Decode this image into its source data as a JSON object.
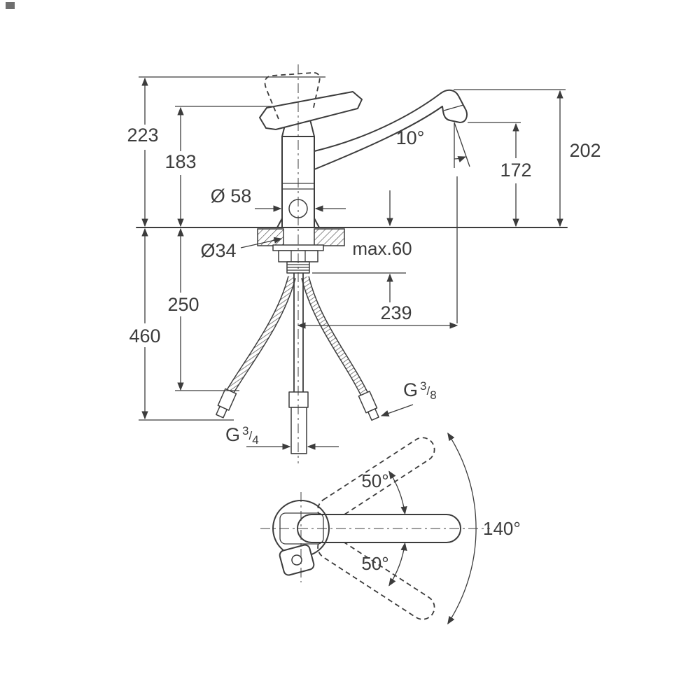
{
  "drawing": {
    "labels": {
      "height_total": "223",
      "height_body": "183",
      "height_spout_right": "202",
      "height_outlet": "172",
      "outlet_angle": "10°",
      "body_diameter": "Ø 58",
      "hole_diameter": "Ø34",
      "counter_thickness": "max.60",
      "depth_hose": "250",
      "depth_total": "460",
      "spout_reach": "239",
      "swivel_upper": "50°",
      "swivel_lower": "50°",
      "swivel_total": "140°",
      "thread_hose": {
        "base": "G",
        "sup": "3",
        "slash": "/",
        "sub": "8"
      },
      "thread_pipe": {
        "base": "G",
        "sup": "3",
        "slash": "/",
        "sub": "4"
      }
    }
  }
}
